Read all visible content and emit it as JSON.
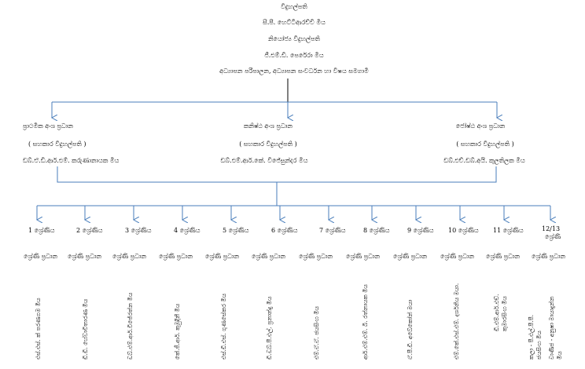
{
  "head": {
    "title": "විදුහල්පති",
    "name": "සී.පී. හෙට්ටිආරච්චි මිය",
    "deputy_title": "නියෝජ්‍ය විදුහල්පති",
    "deputy_name": "ජී.එම්.ඩී. පෙරේරා මිය",
    "deputy_role": "අධ්‍යාපන පරිපාලන, අධ්‍යාපන සංවර්ධන හා විෂය සමගාමී"
  },
  "sections": [
    {
      "title": "ප්‍රාථමික අංශ ප්‍රධාන",
      "role": "( සහකාර විදුහල්පති )",
      "name": "ඩබ්.ඒ.ඩී.ආර්.එම්. කරුණානායක මිය"
    },
    {
      "title": "කනිෂ්ඨ අංශ ප්‍රධාන",
      "role": "( සහකාර විදුහල්පති )",
      "name": "ඩබ්.එම්.ආර්.කේ. විජේසුන්දර මිය"
    },
    {
      "title": "ජෝෂ්ඨ අංශ ප්‍රධාන",
      "role": "( සහකාර විදුහල්පති )",
      "name": "ඩබ්.එච්.ඩබ්.අයි. කුලතිලක මිය"
    }
  ],
  "grades": [
    {
      "label": "1 ශ්‍රේණිය",
      "head": "ශ්‍රේණි ප්‍රධාන",
      "teacher": "එස්.එස්. ක් පරණගම මිය"
    },
    {
      "label": "2 ශ්‍රේණිය",
      "head": "ශ්‍රේණි ප්‍රධාන",
      "teacher": "ඩී.ඩී. හේවාවිතාරණ මිය"
    },
    {
      "label": "3 ශ්‍රේණිය",
      "head": "ශ්‍රේණි ප්‍රධාන",
      "teacher": "ඩබ්.එම්.ආර්.විජේරත්න මිය"
    },
    {
      "label": "4 ශ්‍රේණිය",
      "head": "ශ්‍රේණි ප්‍රධාන",
      "teacher": "කේ.ජී.ආර්. කුමුදිනී මිය"
    },
    {
      "label": "5 ශ්‍රේණිය",
      "head": "ශ්‍රේණි ප්‍රධාන",
      "teacher": "එස්.ඩී.එස්. ගුණසේකර මිය"
    },
    {
      "label": "6 ශ්‍රේණිය",
      "head": "ශ්‍රේණි ප්‍රධාන",
      "teacher": "ඩී.ඩබ්.පී.එල්. ප්‍රනාන්දු මිය"
    },
    {
      "label": "7 ශ්‍රේණිය",
      "head": "ශ්‍රේණි ප්‍රධාන",
      "teacher": "එම්.ඒ.ඒ. ජයසිංහ මිය"
    },
    {
      "label": "8 ශ්‍රේණිය",
      "head": "ශ්‍රේණි ප්‍රධාන",
      "teacher": "ආර්.එම්.එම්. බී. රත්නායක මිය"
    },
    {
      "label": "9 ශ්‍රේණිය",
      "head": "ශ්‍රේණි ප්‍රධාන",
      "teacher": "ඒ.පී.ඩී. අබේකෝන් මයා"
    },
    {
      "label": "10 ශ්‍රේණිය",
      "head": "ශ්‍රේණි ප්‍රධාන",
      "teacher": "එම්.කේ.එස්.එම්. දර්ශනිය මයා."
    },
    {
      "label": "11 ශ්‍රේණිය",
      "head": "ශ්‍රේණි ප්‍රධාන",
      "teacher": "ඩී.එම්.ආර්.එච්.",
      "teacher2": "කුමාරසිංහ මිය"
    },
    {
      "label": "12/13",
      "label2": "ශ්‍රේණි",
      "head": "ශ්‍රේණි ප්‍රධාන",
      "teacher": "කලා - පී.එල්.පී.පී.",
      "teacher2": "ජයසිංහ මිය",
      "teacher3": "වාණිජ - අනුෂා මායාදුන්න",
      "teacher4": "මිය"
    }
  ]
}
